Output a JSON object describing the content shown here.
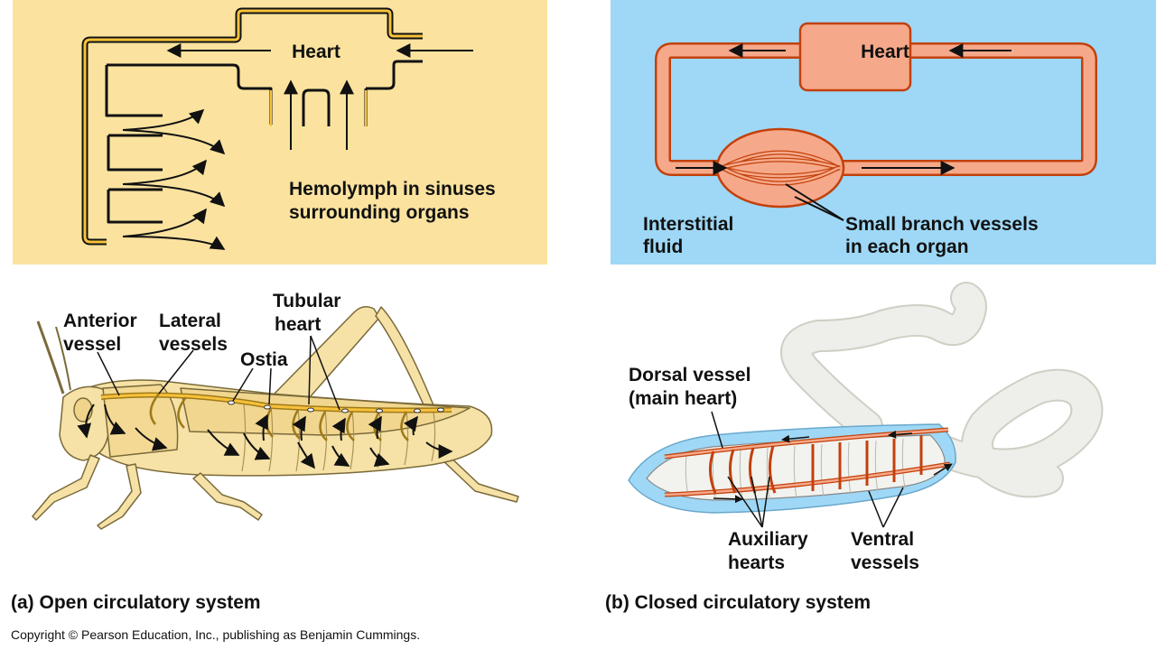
{
  "panel_a": {
    "heart": "Heart",
    "hemolymph": [
      "Hemolymph in sinuses",
      "surrounding organs"
    ],
    "anterior_vessel": [
      "Anterior",
      "vessel"
    ],
    "lateral_vessels": [
      "Lateral",
      "vessels"
    ],
    "tubular_heart": [
      "Tubular",
      "heart"
    ],
    "ostia": "Ostia",
    "caption": "(a) Open circulatory system"
  },
  "panel_b": {
    "heart": "Heart",
    "interstitial": [
      "Interstitial",
      "fluid"
    ],
    "small_branch": [
      "Small branch vessels",
      "in each organ"
    ],
    "dorsal_vessel": [
      "Dorsal vessel",
      "(main heart)"
    ],
    "auxiliary_hearts": [
      "Auxiliary",
      "hearts"
    ],
    "ventral_vessels": [
      "Ventral",
      "vessels"
    ],
    "caption": "(b) Closed circulatory system"
  },
  "copyright": "Copyright © Pearson Education, Inc., publishing as Benjamin Cummings.",
  "colors": {
    "panel_a_bg": "#fbe39f",
    "panel_b_bg": "#9ed8f6",
    "vessel_fill": "#f6a98a",
    "vessel_stroke": "#c2410c",
    "insect_body": "#f6e2a6"
  }
}
